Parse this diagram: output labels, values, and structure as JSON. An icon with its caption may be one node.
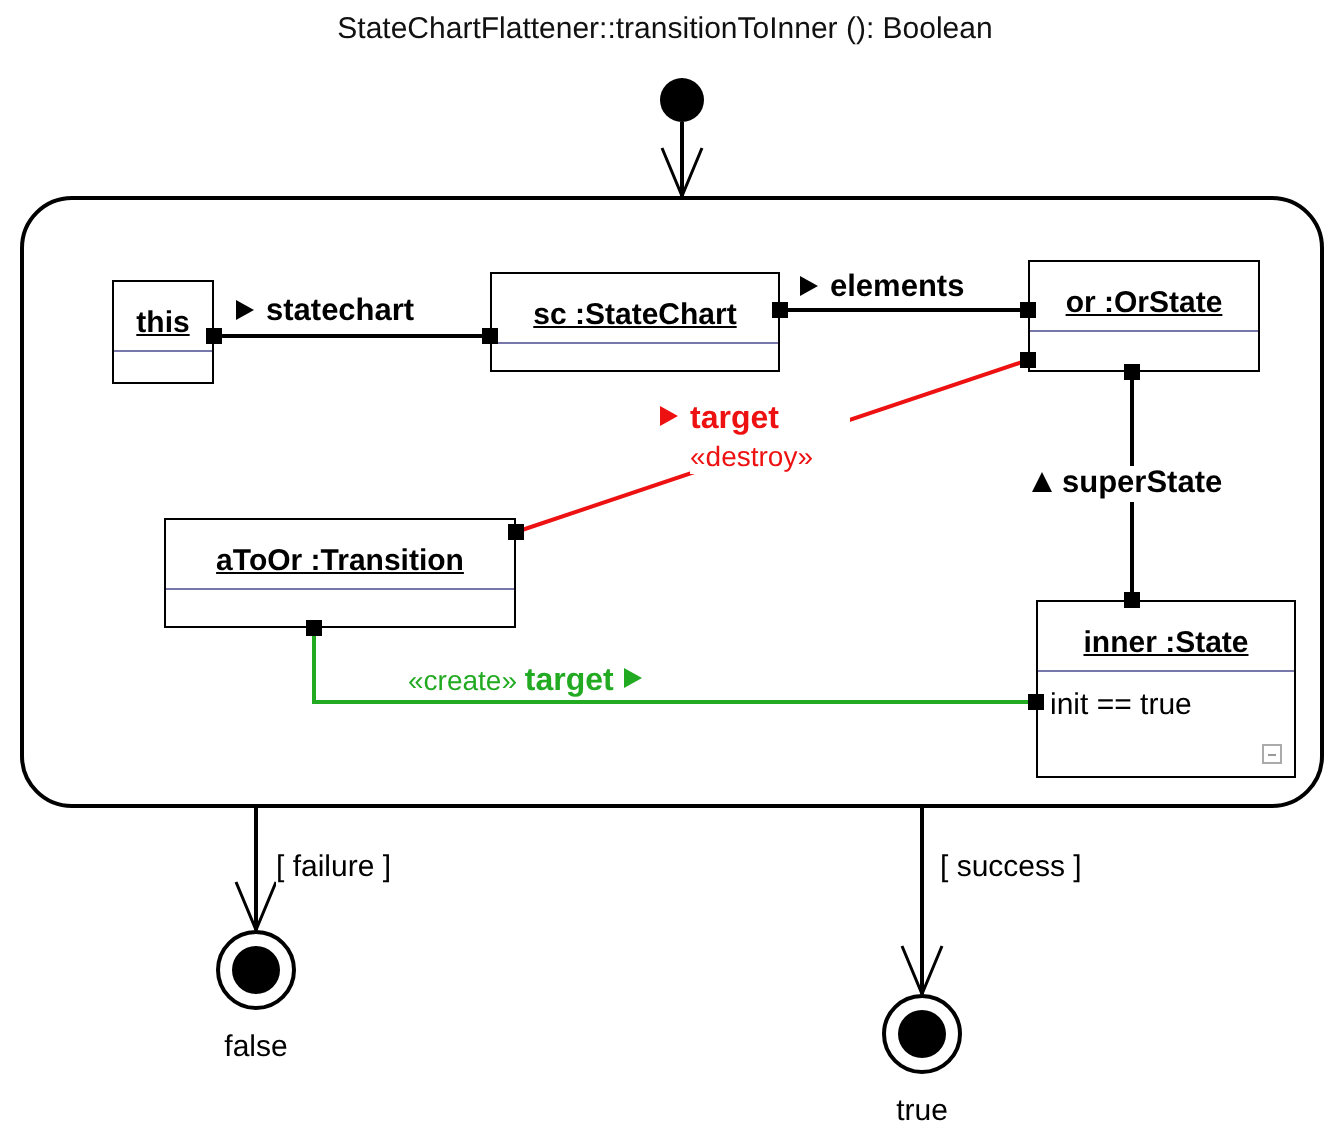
{
  "diagram": {
    "title": "StateChartFlattener::transitionToInner (): Boolean",
    "nodes": [
      {
        "text": [],
        "shape": "circle"
      },
      {
        "text": [],
        "shape": "box"
      },
      {
        "text": [
          "this"
        ],
        "in": 1
      },
      {
        "text": [
          "sc :StateChart"
        ],
        "in": 1
      },
      {
        "text": [
          "or :OrState"
        ],
        "in": 1
      },
      {
        "text": [
          "aToOr :Transition"
        ],
        "in": 1
      },
      {
        "text": [
          "inner :State",
          "init == true"
        ],
        "in": 1
      },
      {
        "text": [],
        "shape": "circle",
        "beside": [
          "false"
        ]
      },
      {
        "text": [],
        "shape": "circle",
        "beside": [
          "true"
        ]
      }
    ],
    "edges": [
      {
        "from": 0,
        "to": 1,
        "arrow": "to"
      },
      {
        "from": 2,
        "to": 3,
        "arrow": "other",
        "label": "statechart"
      },
      {
        "from": 3,
        "to": 4,
        "arrow": "other",
        "label": "elements"
      },
      {
        "from": 4,
        "to": 5,
        "arrow": "other",
        "label": "**target** «destroy»",
        "color": "#ee1111"
      },
      {
        "from": 6,
        "to": 4,
        "arrow": "other",
        "label": "superState"
      },
      {
        "from": 5,
        "to": 6,
        "arrow": "other",
        "label": "«create» **target**",
        "color": "#22aa22"
      },
      {
        "from": 1,
        "to": 7,
        "arrow": "to",
        "label": "[ failure ]"
      },
      {
        "from": 1,
        "to": 8,
        "arrow": "to",
        "label": "[ success ]"
      }
    ]
  }
}
